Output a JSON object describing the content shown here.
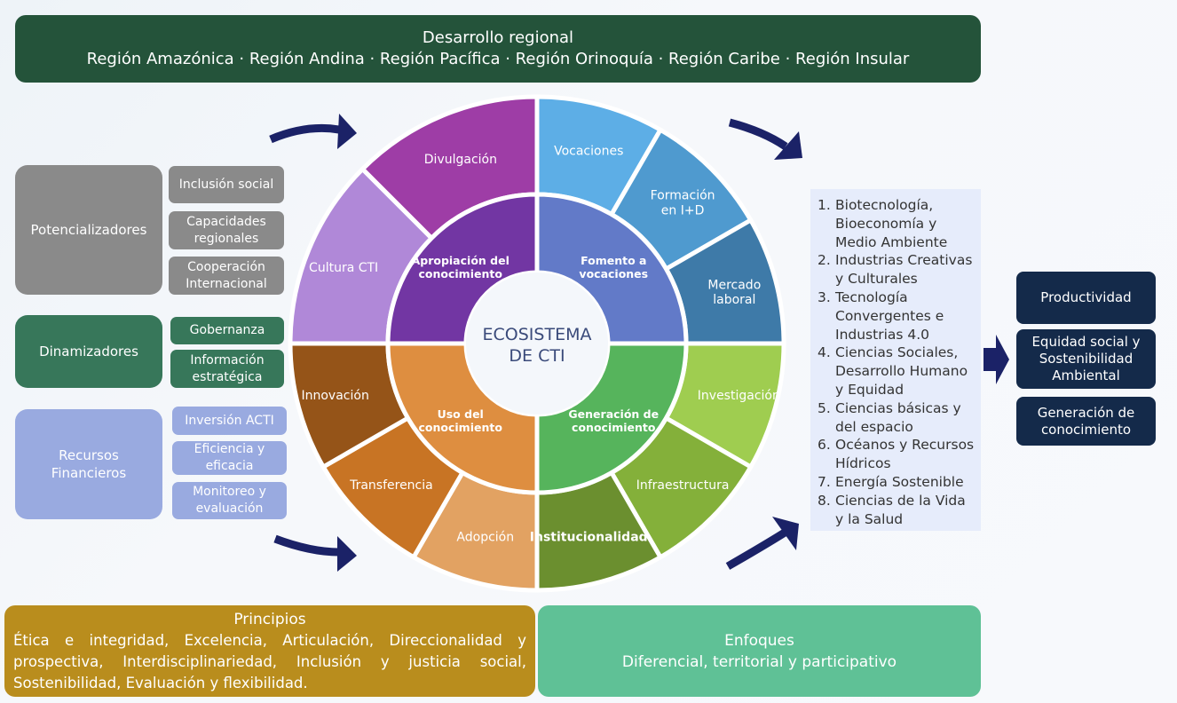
{
  "banner": {
    "title": "Desarrollo regional",
    "regions": "Región Amazónica · Región Andina · Región Pacífica · Región Orinoquía · Región Caribe · Región Insular"
  },
  "left_groups": [
    {
      "label": "Potencializadores",
      "color": "#8a8a8a",
      "items": [
        "Inclusión social",
        "Capacidades regionales",
        "Cooperación Internacional"
      ]
    },
    {
      "label": "Dinamizadores",
      "color": "#37775a",
      "items": [
        "Gobernanza",
        "Información estratégica"
      ]
    },
    {
      "label": "Recursos Financieros",
      "color": "#99aae0",
      "items": [
        "Inversión ACTI",
        "Eficiencia y eficacia",
        "Monitoreo y evaluación"
      ]
    }
  ],
  "wheel": {
    "center": "ECOSISTEMA DE CTI",
    "center_color": "#3a4a7a",
    "inner": [
      {
        "label": [
          "Fomento a",
          "vocaciones"
        ],
        "color": "#627ac8"
      },
      {
        "label": [
          "Generación de",
          "conocimiento"
        ],
        "color": "#56b45c"
      },
      {
        "label": [
          "Uso del",
          "conocimiento"
        ],
        "color": "#de8e40"
      },
      {
        "label": [
          "Apropiación del",
          "conocimiento"
        ],
        "color": "#7236a3"
      }
    ],
    "outer": [
      {
        "label": [
          "Vocaciones"
        ],
        "color": "#5daee6"
      },
      {
        "label": [
          "Formación",
          "en I+D"
        ],
        "color": "#4f9acf"
      },
      {
        "label": [
          "Mercado",
          "laboral"
        ],
        "color": "#3e7aa8"
      },
      {
        "label": [
          "Investigación"
        ],
        "color": "#9fcd50"
      },
      {
        "label": [
          "Infraestructura"
        ],
        "color": "#84b03a"
      },
      {
        "label": [
          "Institucionalidad"
        ],
        "color": "#6b8f2f",
        "bold": true
      },
      {
        "label": [
          "Adopción"
        ],
        "color": "#e2a262"
      },
      {
        "label": [
          "Transferencia"
        ],
        "color": "#c87424"
      },
      {
        "label": [
          "Innovación"
        ],
        "color": "#955418"
      },
      {
        "label": [
          "Cultura CTI"
        ],
        "color": "#b088d8"
      },
      {
        "label": [
          "Divulgación"
        ],
        "color": "#9e3da6"
      }
    ]
  },
  "missions": [
    {
      "num": "1.",
      "text": "Biotecnología, Bioeconomía y Medio Ambiente"
    },
    {
      "num": "2.",
      "text": "Industrias Creativas y Culturales"
    },
    {
      "num": "3.",
      "text": "Tecnología Convergentes e Industrias 4.0"
    },
    {
      "num": "4.",
      "text": "Ciencias Sociales, Desarrollo Humano y Equidad"
    },
    {
      "num": "5.",
      "text": "Ciencias básicas y del espacio"
    },
    {
      "num": "6.",
      "text": "Océanos y Recursos Hídricos"
    },
    {
      "num": "7.",
      "text": "Energía Sostenible"
    },
    {
      "num": "8.",
      "text": "Ciencias de la Vida y la Salud"
    }
  ],
  "results": [
    "Productividad",
    "Equidad social y Sostenibilidad Ambiental",
    "Generación de conocimiento"
  ],
  "principios": {
    "title": "Principios",
    "text": "Ética e integridad, Excelencia, Articulación, Direccionalidad y prospectiva, Interdisciplinariedad, Inclusión y justicia social, Sostenibilidad, Evaluación y flexibilidad."
  },
  "enfoques": {
    "title": "Enfoques",
    "text": "Diferencial, territorial y participativo"
  },
  "arrow_color": "#1b2267"
}
